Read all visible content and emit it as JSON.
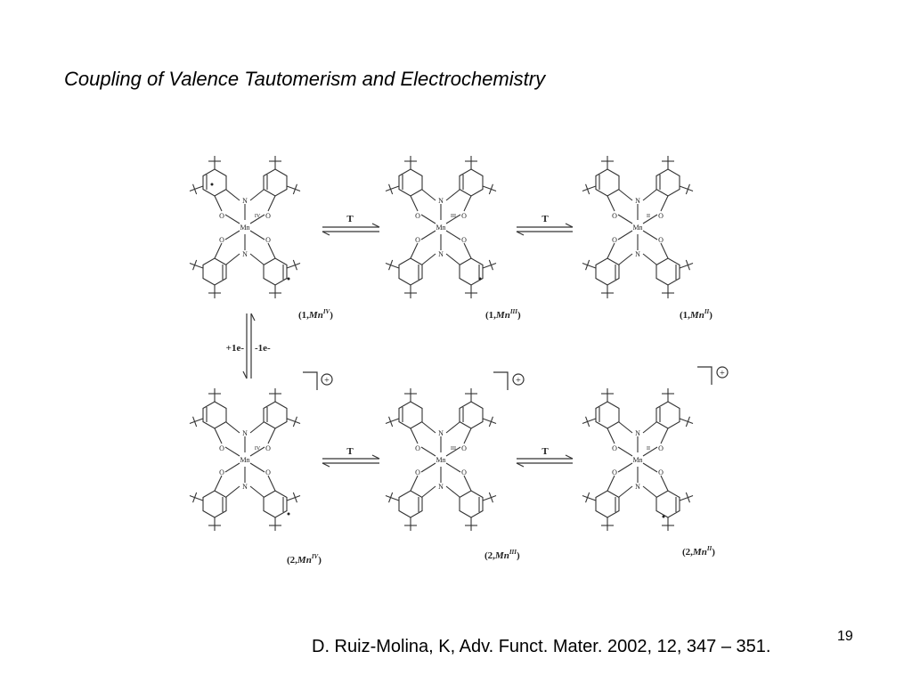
{
  "slide": {
    "title": "Coupling of Valence Tautomerism and Electrochemistry",
    "citation": "D. Ruiz-Molina, K, Adv. Funct. Mater. 2002, 12, 347 – 351.",
    "page_number": "19"
  },
  "scheme": {
    "metal": "Mn",
    "equilibrium_label": "T",
    "redox_left_label": "+1e-",
    "redox_right_label": "-1e-",
    "cation_symbol": "+",
    "rows": [
      {
        "charged": false,
        "complexes": [
          {
            "prefix": "(1,",
            "metal": "Mn",
            "oxidation": "IV",
            "suffix": ")"
          },
          {
            "prefix": "(1,",
            "metal": "Mn",
            "oxidation": "III",
            "suffix": ")"
          },
          {
            "prefix": "(1,",
            "metal": "Mn",
            "oxidation": "II",
            "suffix": ")"
          }
        ]
      },
      {
        "charged": true,
        "complexes": [
          {
            "prefix": "(2,",
            "metal": "Mn",
            "oxidation": "IV",
            "suffix": ")"
          },
          {
            "prefix": "(2,",
            "metal": "Mn",
            "oxidation": "III",
            "suffix": ")"
          },
          {
            "prefix": "(2,",
            "metal": "Mn",
            "oxidation": "II",
            "suffix": ")"
          }
        ]
      }
    ]
  }
}
